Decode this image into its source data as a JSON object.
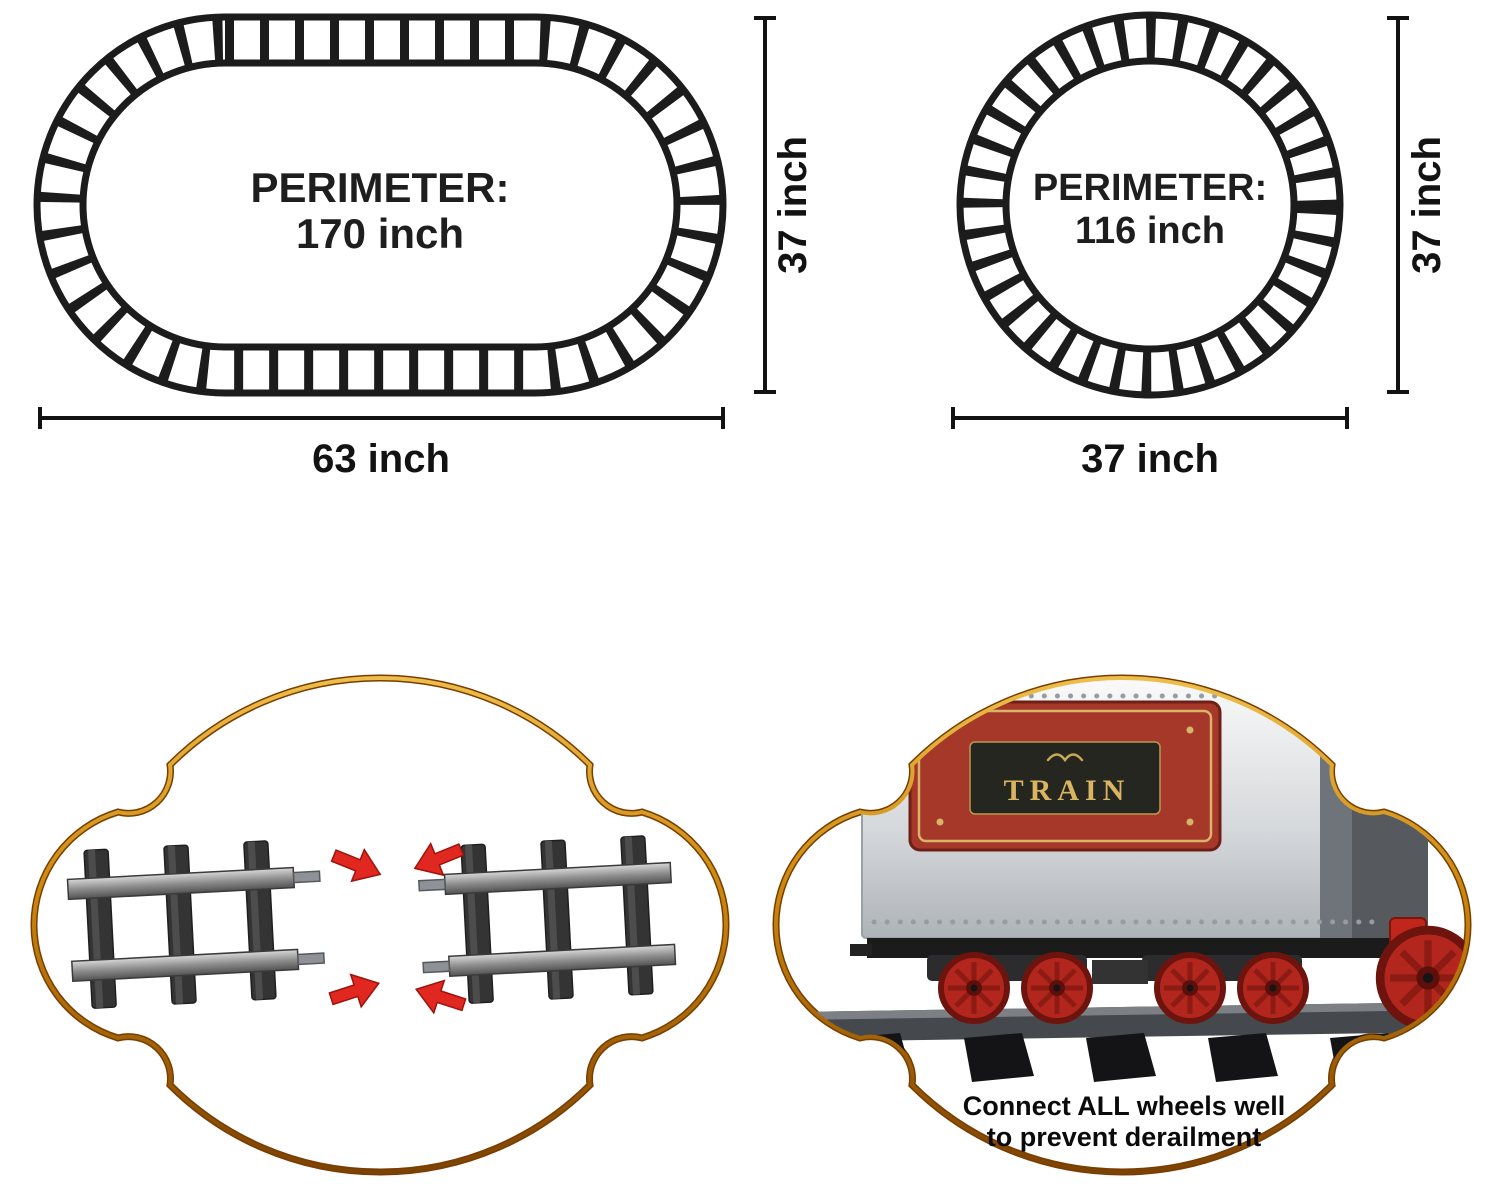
{
  "figures": {
    "oval": {
      "perimeter_label": "PERIMETER:",
      "perimeter_value": "170 inch",
      "height_dim": "37 inch",
      "width_dim": "63 inch"
    },
    "circle": {
      "perimeter_label": "PERIMETER:",
      "perimeter_value": "116 inch",
      "height_dim": "37 inch",
      "width_dim": "37 inch"
    }
  },
  "badges": {
    "connection": {
      "arrow_icon": "red-connection-arrow"
    },
    "wheels": {
      "train_sign": "TRAIN",
      "caption_line1": "Connect ALL wheels well",
      "caption_line2": "to prevent derailment"
    }
  },
  "colors": {
    "track_black": "#1c1c1c",
    "arrow_red": "#e02820",
    "gold_border": "#c8860d",
    "wheel_red": "#b3261e",
    "sign_red": "#a63829",
    "sign_gold": "#d8b36a"
  }
}
